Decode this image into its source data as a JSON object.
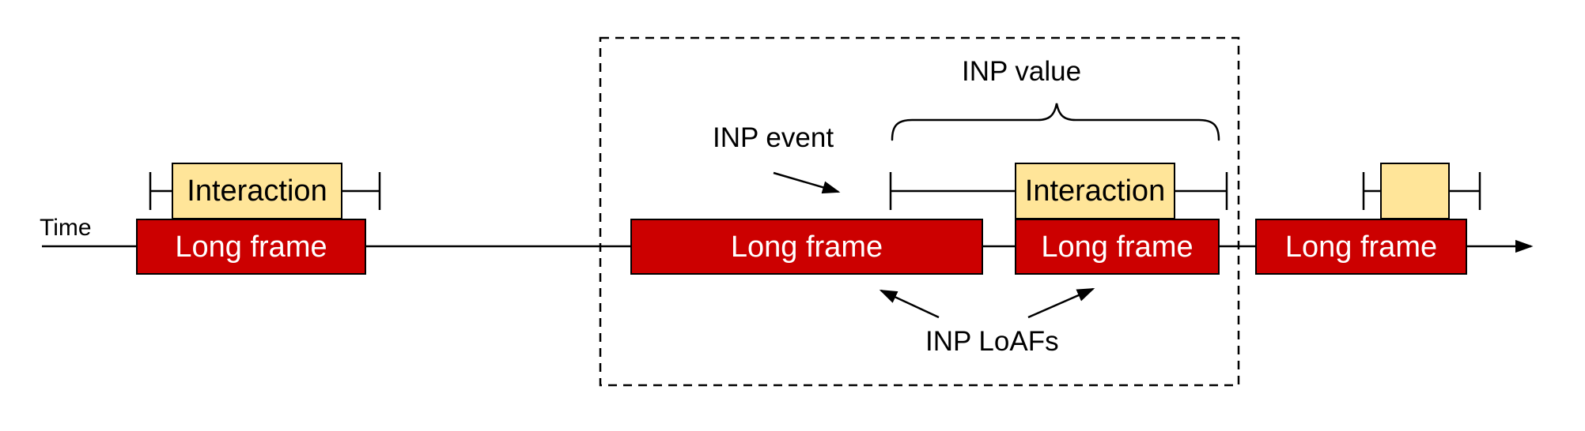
{
  "diagram": {
    "time_axis_label": "Time",
    "annotations": {
      "inp_event": "INP event",
      "inp_value": "INP value",
      "inp_loafs": "INP LoAFs"
    },
    "long_frames": [
      {
        "label": "Long frame"
      },
      {
        "label": "Long frame"
      },
      {
        "label": "Long frame"
      },
      {
        "label": "Long frame"
      }
    ],
    "interactions": [
      {
        "label": "Interaction"
      },
      {
        "label": "Interaction"
      },
      {
        "label": ""
      }
    ],
    "colors": {
      "long_frame_fill": "#cc0000",
      "long_frame_text": "#ffffff",
      "interaction_fill": "#ffe599",
      "outline": "#000000",
      "background": "#ffffff"
    }
  }
}
